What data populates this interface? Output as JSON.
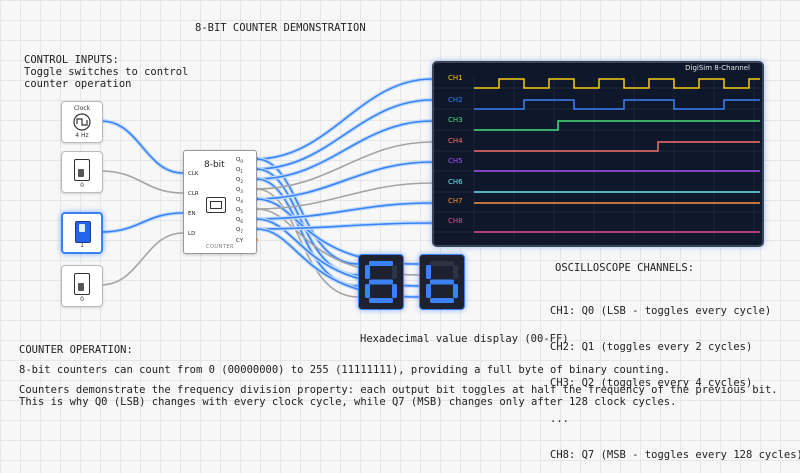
{
  "title": "8-BIT COUNTER DEMONSTRATION",
  "control_inputs": {
    "title": "CONTROL INPUTS:",
    "description": "Toggle switches to control\ncounter operation"
  },
  "clock": {
    "label": "Clock",
    "freq": "4 Hz"
  },
  "switches": [
    {
      "label": "0",
      "state": "off"
    },
    {
      "label": "1",
      "state": "on"
    },
    {
      "label": "0",
      "state": "off"
    }
  ],
  "counter": {
    "title": "8-bit",
    "inputs": [
      "CLK",
      "CLR",
      "EN",
      "LD"
    ],
    "outputs": [
      "Q0",
      "Q1",
      "Q2",
      "Q3",
      "Q4",
      "Q5",
      "Q6",
      "Q7",
      "CY"
    ],
    "footer": "COUNTER"
  },
  "oscilloscope": {
    "title": "DigiSim 8-Channel",
    "channels": [
      {
        "name": "CH1",
        "color": "#facc15"
      },
      {
        "name": "CH2",
        "color": "#3b82f6"
      },
      {
        "name": "CH3",
        "color": "#4ade80"
      },
      {
        "name": "CH4",
        "color": "#f87171"
      },
      {
        "name": "CH5",
        "color": "#a855f7"
      },
      {
        "name": "CH6",
        "color": "#67e8f9"
      },
      {
        "name": "CH7",
        "color": "#fb923c"
      },
      {
        "name": "CH8",
        "color": "#ec4899"
      }
    ]
  },
  "hex_display": {
    "digits": [
      "6",
      "b"
    ],
    "caption": "Hexadecimal value display (00-FF)"
  },
  "osc_channels": {
    "title": "OSCILLOSCOPE CHANNELS:",
    "lines": [
      "CH1: Q0 (LSB - toggles every cycle)",
      "CH2: Q1 (toggles every 2 cycles)",
      "CH3: Q2 (toggles every 4 cycles)",
      "...",
      "CH8: Q7 (MSB - toggles every 128 cycles)"
    ]
  },
  "counter_operation": {
    "title": "COUNTER OPERATION:",
    "line1": "8-bit counters can count from 0 (00000000) to 255 (11111111), providing a full byte of binary counting.",
    "line2": "Counters demonstrate the frequency division property: each output bit toggles at half the frequency of the previous bit.",
    "line3": "This is why Q0 (LSB) changes with every clock cycle, while Q7 (MSB) changes only after 128 clock cycles."
  },
  "colors": {
    "wire_active": "#3b82f6",
    "wire_inactive": "#a3a3a3",
    "carry": "#f59e0b"
  }
}
